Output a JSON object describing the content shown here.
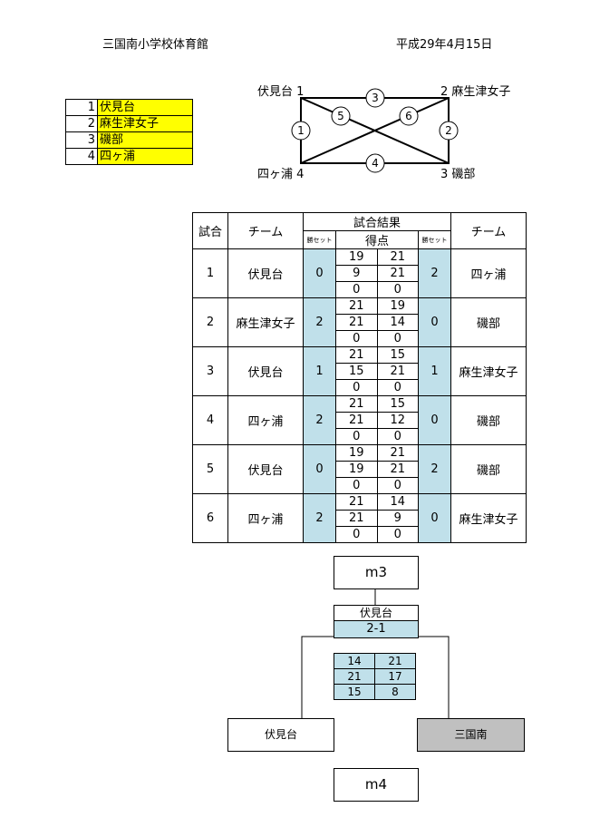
{
  "header": {
    "venue": "三国南小学校体育館",
    "date": "平成29年4月15日"
  },
  "teams": [
    {
      "num": "1",
      "name": "伏見台"
    },
    {
      "num": "2",
      "name": "麻生津女子"
    },
    {
      "num": "3",
      "name": "磯部"
    },
    {
      "num": "4",
      "name": "四ヶ浦"
    }
  ],
  "diagram": {
    "corner_tl": "伏見台 1",
    "corner_tr": "2 麻生津女子",
    "corner_bl": "四ヶ浦 4",
    "corner_br": "3 磯部",
    "match_nums": [
      "1",
      "2",
      "3",
      "4",
      "5",
      "6"
    ]
  },
  "results_table": {
    "headers": {
      "game": "試合",
      "team_left": "チーム",
      "match_result": "試合結果",
      "set_win": "勝セット",
      "points": "得点",
      "team_right": "チーム"
    },
    "games": [
      {
        "no": "1",
        "left": "伏見台",
        "left_sets": "0",
        "scores": [
          [
            "19",
            "21"
          ],
          [
            "9",
            "21"
          ],
          [
            "0",
            "0"
          ]
        ],
        "right_sets": "2",
        "right": "四ヶ浦"
      },
      {
        "no": "2",
        "left": "麻生津女子",
        "left_sets": "2",
        "scores": [
          [
            "21",
            "19"
          ],
          [
            "21",
            "14"
          ],
          [
            "0",
            "0"
          ]
        ],
        "right_sets": "0",
        "right": "磯部"
      },
      {
        "no": "3",
        "left": "伏見台",
        "left_sets": "1",
        "scores": [
          [
            "21",
            "15"
          ],
          [
            "15",
            "21"
          ],
          [
            "0",
            "0"
          ]
        ],
        "right_sets": "1",
        "right": "麻生津女子"
      },
      {
        "no": "4",
        "left": "四ヶ浦",
        "left_sets": "2",
        "scores": [
          [
            "21",
            "15"
          ],
          [
            "21",
            "12"
          ],
          [
            "0",
            "0"
          ]
        ],
        "right_sets": "0",
        "right": "磯部"
      },
      {
        "no": "5",
        "left": "伏見台",
        "left_sets": "0",
        "scores": [
          [
            "19",
            "21"
          ],
          [
            "19",
            "21"
          ],
          [
            "0",
            "0"
          ]
        ],
        "right_sets": "2",
        "right": "磯部"
      },
      {
        "no": "6",
        "left": "四ヶ浦",
        "left_sets": "2",
        "scores": [
          [
            "21",
            "14"
          ],
          [
            "21",
            "9"
          ],
          [
            "0",
            "0"
          ]
        ],
        "right_sets": "0",
        "right": "麻生津女子"
      }
    ]
  },
  "bracket": {
    "m3": "m3",
    "winner": "伏見台",
    "result": "2-1",
    "sets": [
      [
        "14",
        "21"
      ],
      [
        "21",
        "17"
      ],
      [
        "15",
        "8"
      ]
    ],
    "team_left": "伏見台",
    "team_right": "三国南",
    "m4": "m4"
  }
}
